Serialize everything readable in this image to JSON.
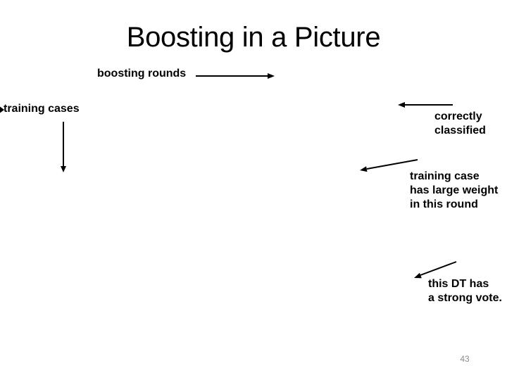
{
  "slide": {
    "title": "Boosting in a Picture",
    "page_number": "43",
    "labels": {
      "boosting_rounds": "boosting rounds",
      "training_cases": "training cases",
      "correctly_classified": [
        "correctly",
        "classified"
      ],
      "large_weight": [
        "training case",
        "has large weight",
        "in this round"
      ],
      "strong_vote": [
        "this DT has",
        "a strong vote."
      ]
    },
    "colors": {
      "background": "#ffffff",
      "text": "#000000",
      "arrow": "#000000",
      "page_number": "#8b8b8b"
    }
  }
}
